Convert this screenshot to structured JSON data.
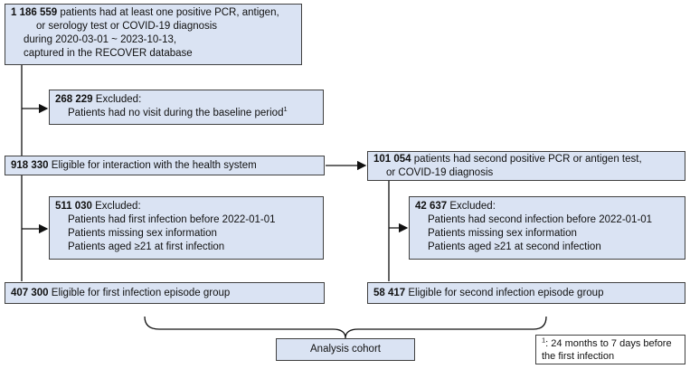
{
  "box_top": {
    "count": "1 186 559",
    "line1": " patients had at least one positive PCR, antigen,",
    "line2": "or serology test or COVID-19 diagnosis",
    "line3": "during 2020-03-01 ~ 2023-10-13,",
    "line4": "captured in the RECOVER database"
  },
  "box_excl1": {
    "count": "268 229",
    "label": " Excluded:",
    "reason": "Patients had no visit during the baseline period",
    "sup": "1"
  },
  "box_eligible": {
    "count": "918 330",
    "label": " Eligible for interaction with the health system"
  },
  "box_second": {
    "count": "101 054",
    "line1": " patients had second positive PCR or antigen test,",
    "line2": "or COVID-19 diagnosis"
  },
  "box_excl2": {
    "count": "511 030",
    "label": " Excluded:",
    "reasons": [
      "Patients had first infection before 2022-01-01",
      "Patients missing sex information",
      "Patients aged ≥21 at first infection"
    ]
  },
  "box_excl3": {
    "count": "42 637",
    "label": " Excluded:",
    "reasons": [
      "Patients had second infection before 2022-01-01",
      "Patients missing sex information",
      "Patients aged ≥21 at second infection"
    ]
  },
  "box_first_group": {
    "count": "407 300",
    "label": " Eligible for first infection episode group"
  },
  "box_second_group": {
    "count": "58 417",
    "label": " Eligible for second infection episode group"
  },
  "box_cohort": {
    "label": "Analysis cohort"
  },
  "footnote": {
    "sup": "1",
    "line1": ": 24 months to 7 days before",
    "line2": "the first infection"
  }
}
